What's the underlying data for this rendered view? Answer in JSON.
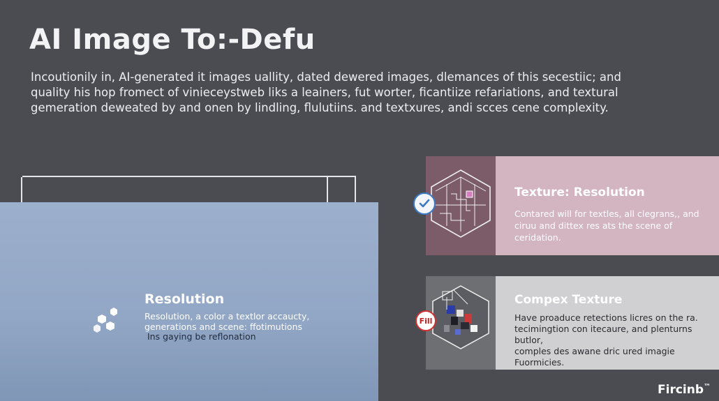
{
  "header": {
    "title": "AI Image To:-Defu",
    "intro_lines": [
      "Incoutionily in, AI-generated it images uallity, dated dewered images, dlemances of this secestiic; and",
      "quality his hop fromect of vinieceystweb liks a leainers, fut worter, ficantiize refariations, and textural",
      "gemeration deweated by and onen by lindling, flulutiins. and textxures, andi scces cene complexity."
    ]
  },
  "left_panel": {
    "title": "Resolution",
    "text_lines": [
      "Resolution, a color a textlor accaucty,",
      "generations and scene: ffotimutions"
    ],
    "subtext": "Ins gaying be reflonation"
  },
  "cards": [
    {
      "title": "Texture: Resolution",
      "text_lines": [
        "Contared will for textles, all clegrans,, and",
        "ciruu and dittex res ats the scene of ceridation."
      ],
      "badge_icon": "check-circle-icon"
    },
    {
      "title": "Compex Texture",
      "text_lines": [
        "Have proaduce retections licres on the ra.",
        "tecimingtion con itecaure, and plenturns butlor,",
        "comples des awane dric ured imagie Fuormicies."
      ],
      "badge_label": "Fill"
    }
  ],
  "brand": {
    "name": "Fircinb",
    "mark": "™"
  },
  "colors": {
    "background": "#4b4c52",
    "panel_blue": "#9cb0cc",
    "card_pink": "#d3b4c1",
    "card_gray": "#d0d0d2"
  }
}
